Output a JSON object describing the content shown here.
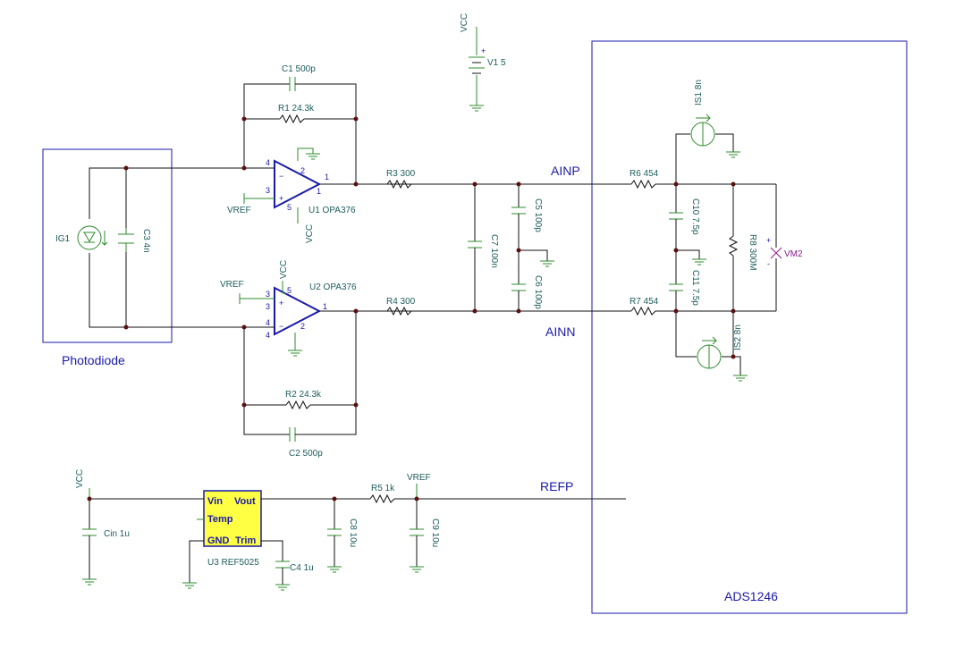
{
  "labels": {
    "c1": "C1 500p",
    "r1": "R1 24.3k",
    "u1": "U1 OPA376",
    "vref_u1": "VREF",
    "vcc_u1": "VCC",
    "r3": "R3 300",
    "ainp": "AINP",
    "ainn": "AINN",
    "vcc_v1": "VCC",
    "v1": "V1 5",
    "ig1": "IG1",
    "c3": "C3 4n",
    "photodiode": "Photodiode",
    "vref_u2": "VREF",
    "vcc_u2": "VCC",
    "u2": "U2 OPA376",
    "r4": "R4 300",
    "r2": "R2 24.3k",
    "c2": "C2 500p",
    "c7": "C7 100n",
    "c5": "C5 100p",
    "c6": "C6 100p",
    "r6": "R6 454",
    "r7": "R7 454",
    "is1": "IS1 8n",
    "is2": "IS2 8n",
    "c10": "C10 7.5p",
    "c11": "C11 7.5p",
    "r8": "R8 300M",
    "vm2": "VM2",
    "ads": "ADS1246",
    "vcc_ref": "VCC",
    "cin": "Cin 1u",
    "u3": "U3 REF5025",
    "vin": "Vin",
    "vout": "Vout",
    "temp": "Temp",
    "gnd": "GND",
    "trim": "Trim",
    "c4": "C4 1u",
    "c8": "C8 10u",
    "r5": "R5 1k",
    "vref_ref": "VREF",
    "c9": "C9 10u",
    "refp": "REFP"
  },
  "pins": {
    "u1_p4": "4",
    "u1_p2": "2",
    "u1_p3": "3",
    "u1_p5": "5",
    "u1_p1": "1",
    "u1_p1b": "1",
    "u2_p3": "3",
    "u2_p3b": "3",
    "u2_p5": "5",
    "u2_p1": "1",
    "u2_p4": "4",
    "u2_p4b": "4",
    "u2_p2": "2",
    "plus": "+",
    "minus": "−",
    "v1_plus": "+",
    "vm_plus": "+",
    "vm_minus": "-"
  }
}
